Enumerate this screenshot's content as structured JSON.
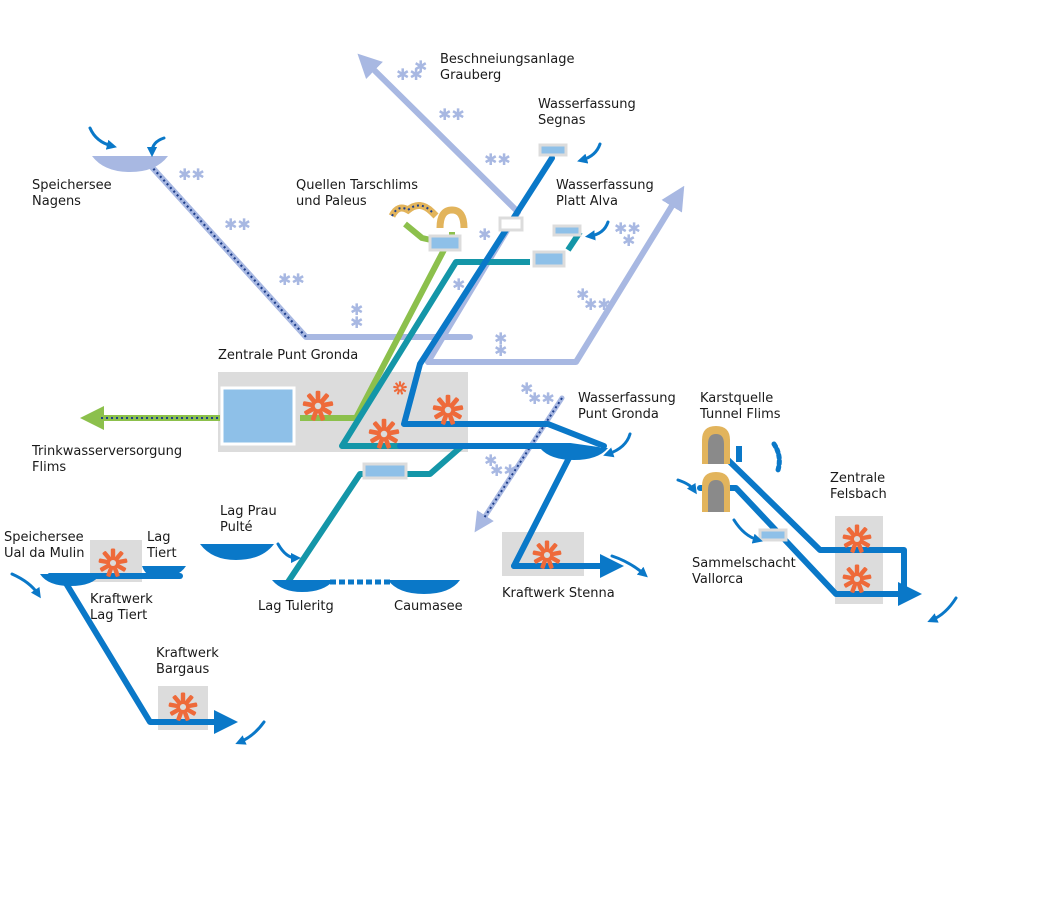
{
  "colors": {
    "main_blue": "#0a78c8",
    "teal": "#1496a8",
    "light_blue": "#a8b8e2",
    "green": "#8cc04c",
    "navy_dots": "#1e3f8c",
    "turbine": "#ee6a3a",
    "box_grey": "#dcdcdc",
    "reservoir_blue": "#8ec0e8",
    "spring_tan": "#e2b45c"
  },
  "labels": {
    "beschneiung": [
      "Beschneiungsanlage",
      "Grauberg"
    ],
    "segnas": [
      "Wasserfassung",
      "Segnas"
    ],
    "nagens": [
      "Speichersee",
      "Nagens"
    ],
    "tarschlims": [
      "Quellen Tarschlims",
      "und Paleus"
    ],
    "platt_alva": [
      "Wasserfassung",
      "Platt Alva"
    ],
    "punt_gronda_central": [
      "Zentrale Punt Gronda"
    ],
    "punt_gronda_intake": [
      "Wasserfassung",
      "Punt Gronda"
    ],
    "karstquelle": [
      "Karstquelle",
      "Tunnel Flims"
    ],
    "trinkwasser": [
      "Trinkwasserversorgung",
      "Flims"
    ],
    "felsbach": [
      "Zentrale",
      "Felsbach"
    ],
    "lag_prau": [
      "Lag Prau",
      "Pulté"
    ],
    "ual_da_mulin": [
      "Speichersee",
      "Ual da Mulin"
    ],
    "lag_tiert_lake": [
      "Lag",
      "Tiert"
    ],
    "kw_lag_tiert": [
      "Kraftwerk",
      "Lag Tiert"
    ],
    "sammelschacht": [
      "Sammelschacht",
      "Vallorca"
    ],
    "kw_stenna": [
      "Kraftwerk Stenna"
    ],
    "lag_tuleritg": [
      "Lag Tuleritg"
    ],
    "caumasee": [
      "Caumasee"
    ],
    "kw_bargaus": [
      "Kraftwerk",
      "Bargaus"
    ]
  }
}
